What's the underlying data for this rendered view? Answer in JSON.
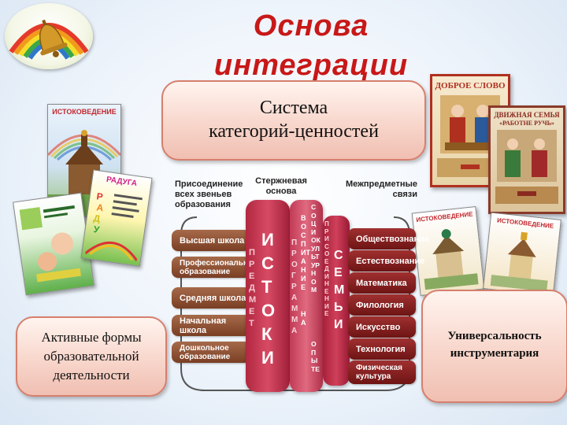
{
  "title": {
    "line1": "Основа",
    "line2": "интеграции"
  },
  "callouts": {
    "top": {
      "line1": "Система",
      "line2": "категорий-ценностей"
    },
    "left": {
      "line1": "Активные формы",
      "line2": "образовательной",
      "line3": "деятельности"
    },
    "right": {
      "line1": "Универсальность",
      "line2": "инструментария"
    }
  },
  "books": {
    "istokovedenie": "ИСТОКОВЕДЕНИЕ",
    "raduga": "РАДУГА",
    "dobroe_slovo": "ДОБРОЕ СЛОВО",
    "dvizhnaya_semya_1": "ДВИЖНАЯ СЕМЬЯ",
    "dvizhnaya_semya_2": "«РАБОТНЕ РУЧЬ»",
    "istokovedenie_small": "ИСТОКОВЕДЕНИЕ"
  },
  "diagram": {
    "headers": {
      "left": [
        "Присоединение",
        "всех звеньев",
        "образования"
      ],
      "center": [
        "Стержневая",
        "основа"
      ],
      "right": [
        "Межпредметные",
        "связи"
      ]
    },
    "left_levels": [
      {
        "lines": [
          "Высшая школа"
        ]
      },
      {
        "lines": [
          "Профессиональное",
          "образование"
        ]
      },
      {
        "lines": [
          "Средняя школа"
        ]
      },
      {
        "lines": [
          "Начальная школа"
        ]
      },
      {
        "lines": [
          "Дошкольное",
          "образование"
        ]
      }
    ],
    "center_columns": {
      "predmet": "ПРЕДМЕТ",
      "istoki": "ИСТОКИ",
      "programma": "ПРОГРАММА",
      "vospitanie": "ВОСПИТАНИЕ",
      "na": "НА",
      "sociokulturnom": "СОЦИОКУЛЬТУРНОМ",
      "opyte": "ОПЫТЕ",
      "prisoedinenie": "ПРИСОЕДИНЕНИЕ",
      "semyi": "СЕМЬИ"
    },
    "right_subjects": [
      {
        "lines": [
          "Обществознание"
        ]
      },
      {
        "lines": [
          "Естествознание"
        ]
      },
      {
        "lines": [
          "Математика"
        ]
      },
      {
        "lines": [
          "Филология"
        ]
      },
      {
        "lines": [
          "Искусство"
        ]
      },
      {
        "lines": [
          "Технология"
        ]
      },
      {
        "lines": [
          "Физическая",
          "культура"
        ]
      }
    ]
  },
  "colors": {
    "title": "#c81818",
    "callout_fill": "#f8d6cb",
    "left_pill": "#7a3e24",
    "right_pill": "#6e1414",
    "center_column": "#c0304a"
  }
}
